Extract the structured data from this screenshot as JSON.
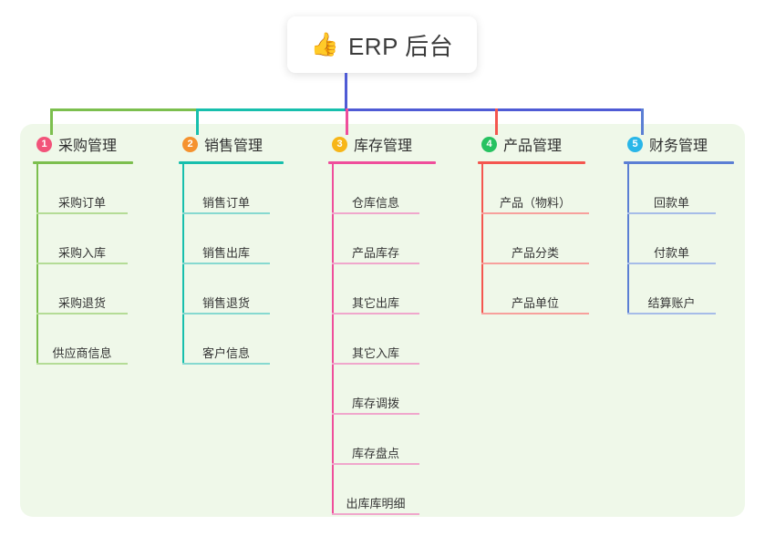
{
  "diagram": {
    "type": "mind-map",
    "root": {
      "icon": "thumbs-up-emoji",
      "emoji": "👍",
      "title": "ERP 后台"
    },
    "panel_color": "#eff8e9",
    "trunk_color": "#4f5bd5",
    "branches": [
      {
        "number": "1",
        "title": "采购管理",
        "badge_color": "#f2537a",
        "line_color": "#7cbf4e",
        "item_rule_color": "#b4dc96",
        "items": [
          {
            "label": "采购订单"
          },
          {
            "label": "采购入库"
          },
          {
            "label": "采购退货"
          },
          {
            "label": "供应商信息"
          }
        ]
      },
      {
        "number": "2",
        "title": "销售管理",
        "badge_color": "#f5922f",
        "line_color": "#17bfad",
        "item_rule_color": "#86d9d0",
        "items": [
          {
            "label": "销售订单"
          },
          {
            "label": "销售出库"
          },
          {
            "label": "销售退货"
          },
          {
            "label": "客户信息"
          }
        ]
      },
      {
        "number": "3",
        "title": "库存管理",
        "badge_color": "#f7b618",
        "line_color": "#ef4e9b",
        "item_rule_color": "#f0a7cc",
        "items": [
          {
            "label": "仓库信息"
          },
          {
            "label": "产品库存"
          },
          {
            "label": "其它出库"
          },
          {
            "label": "其它入库"
          },
          {
            "label": "库存调拨"
          },
          {
            "label": "库存盘点"
          },
          {
            "label": "出库库明细"
          }
        ]
      },
      {
        "number": "4",
        "title": "产品管理",
        "badge_color": "#27c261",
        "line_color": "#f4564f",
        "item_rule_color": "#f7a09c",
        "items": [
          {
            "label": "产品（物料）"
          },
          {
            "label": "产品分类"
          },
          {
            "label": "产品单位"
          }
        ]
      },
      {
        "number": "5",
        "title": "财务管理",
        "badge_color": "#29b6e8",
        "line_color": "#5b7fd4",
        "item_rule_color": "#a6bce8",
        "items": [
          {
            "label": "回款单"
          },
          {
            "label": "付款单"
          },
          {
            "label": "结算账户"
          }
        ]
      }
    ]
  }
}
